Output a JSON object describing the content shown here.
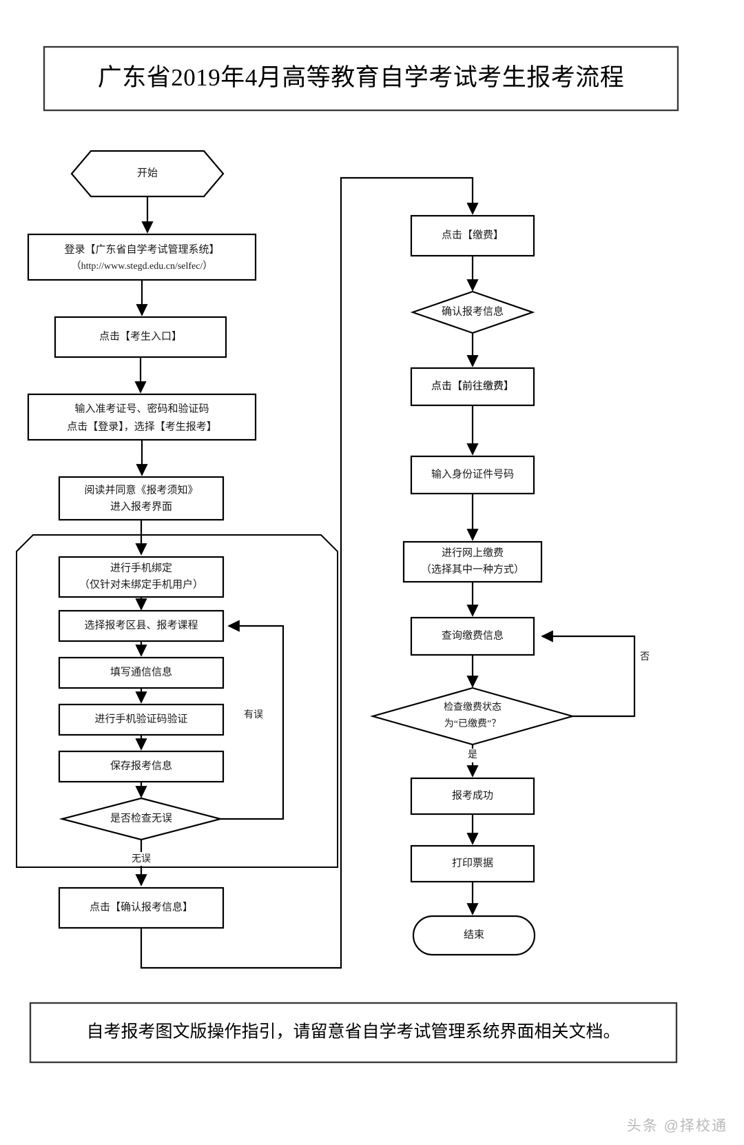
{
  "document": {
    "title": "广东省2019年4月高等教育自学考试考生报考流程",
    "footer_note": "自考报考图文版操作指引，请留意省自学考试管理系统界面相关文档。",
    "watermark": "头条 @择校通"
  },
  "chart_data": {
    "type": "diagram",
    "subtype": "flowchart",
    "title": "广东省2019年4月高等教育自学考试考生报考流程",
    "orientation": "two-column, top-to-bottom",
    "colors": {
      "stroke": "#000000",
      "fill": "#ffffff",
      "text": "#1a1a1a",
      "frame": "#3a3a3a",
      "watermark": "#b9b9b9"
    }
  },
  "nodes": {
    "start": {
      "label": "开始",
      "shape": "hexagon"
    },
    "login": {
      "line1": "登录【广东省自学考试管理系统】",
      "line2": "（http://www.stegd.edu.cn/selfec/）",
      "shape": "rect"
    },
    "entrance": {
      "label": "点击【考生入口】",
      "shape": "rect"
    },
    "credentials": {
      "line1": "输入准考证号、密码和验证码",
      "line2": "点击【登录】，选择【考生报考】",
      "shape": "rect"
    },
    "notice": {
      "line1": "阅读并同意《报考须知》",
      "line2": "进入报考界面",
      "shape": "rect"
    },
    "bind_phone": {
      "line1": "进行手机绑定",
      "line2": "（仅针对未绑定手机用户）",
      "shape": "rect"
    },
    "select_course": {
      "label": "选择报考区县、报考课程",
      "shape": "rect"
    },
    "fill_contact": {
      "label": "填写通信信息",
      "shape": "rect"
    },
    "verify_sms": {
      "label": "进行手机验证码验证",
      "shape": "rect"
    },
    "save_info": {
      "label": "保存报考信息",
      "shape": "rect"
    },
    "check_decision": {
      "label": "是否检查无误",
      "shape": "diamond"
    },
    "confirm_info": {
      "label": "点击【确认报考信息】",
      "shape": "rect"
    },
    "click_pay": {
      "label": "点击【缴费】",
      "shape": "rect"
    },
    "confirm_reg": {
      "label": "确认报考信息",
      "shape": "diamond"
    },
    "goto_pay": {
      "label": "点击【前往缴费】",
      "shape": "rect"
    },
    "input_id": {
      "label": "输入身份证件号码",
      "shape": "rect"
    },
    "online_pay": {
      "line1": "进行网上缴费",
      "line2": "（选择其中一种方式）",
      "shape": "rect"
    },
    "query_pay": {
      "label": "查询缴费信息",
      "shape": "rect"
    },
    "pay_status": {
      "line1": "检查缴费状态",
      "line2": "为“已缴费”？",
      "shape": "diamond"
    },
    "success": {
      "label": "报考成功",
      "shape": "rect"
    },
    "print_receipt": {
      "label": "打印票据",
      "shape": "rect"
    },
    "end": {
      "label": "结束",
      "shape": "stadium"
    }
  },
  "edge_labels": {
    "error": "有误",
    "no_error": "无误",
    "no": "否",
    "yes": "是"
  }
}
